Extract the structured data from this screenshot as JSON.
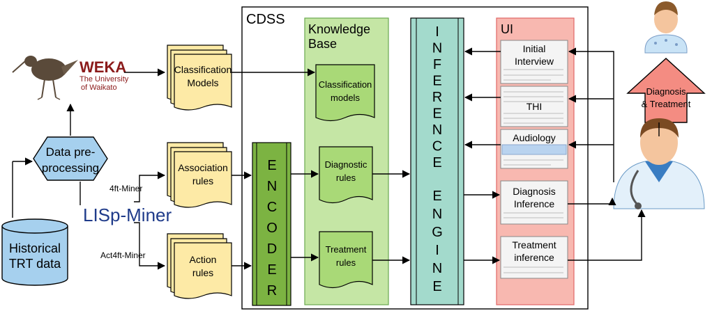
{
  "container": {
    "title": "CDSS"
  },
  "knowledge_base": {
    "title_line1": "Knowledge",
    "title_line2": "Base"
  },
  "ui_panel": {
    "title": "UI"
  },
  "weka": {
    "title": "WEKA",
    "subtitle_line1": "The University",
    "subtitle_line2": "of Waikato",
    "icon": "weka-bird-icon"
  },
  "preprocessing": {
    "line1": "Data pre-",
    "line2": "processing"
  },
  "historical_data": {
    "line1": "Historical",
    "line2": "TRT data"
  },
  "lisp_miner": {
    "label": "LISp-Miner",
    "link_4ft": "4ft-Miner",
    "link_act4ft": "Act4ft-Miner"
  },
  "docs": {
    "classification_models": {
      "line1": "Classification",
      "line2": "Models"
    },
    "association_rules": {
      "line1": "Association",
      "line2": "rules"
    },
    "action_rules": {
      "line1": "Action",
      "line2": "rules"
    }
  },
  "encoder": {
    "letters": [
      "E",
      "N",
      "C",
      "O",
      "D",
      "E",
      "R"
    ]
  },
  "kb_docs": {
    "classification": {
      "line1": "Classification",
      "line2": "models"
    },
    "diagnostic": {
      "line1": "Diagnostic",
      "line2": "rules"
    },
    "treatment": {
      "line1": "Treatment",
      "line2": "rules"
    }
  },
  "inference_engine": {
    "letters_top": [
      "I",
      "N",
      "F",
      "E",
      "R",
      "E",
      "N",
      "C",
      "E"
    ],
    "letters_bottom": [
      "E",
      "N",
      "G",
      "I",
      "N",
      "E"
    ]
  },
  "ui_screens": {
    "initial_interview": {
      "line1": "Initial",
      "line2": "Interview"
    },
    "thi": {
      "line1": "THI"
    },
    "audiology": {
      "line1": "Audiology"
    },
    "diagnosis_inference": {
      "line1": "Diagnosis",
      "line2": "Inference"
    },
    "treatment_inference": {
      "line1": "Treatment",
      "line2": "inference"
    }
  },
  "diagnosis_arrow": {
    "line1": "Diagnosis",
    "line2": "& Treatment"
  },
  "people": {
    "patient_icon": "patient-icon",
    "doctor_icon": "doctor-icon"
  },
  "colors": {
    "doc_fill": "#fdeaa6",
    "kb_fill": "#c5e6a5",
    "kb_doc_fill": "#a9d977",
    "encoder_fill": "#7cb342",
    "engine_fill": "#a3dacc",
    "ui_fill": "#f8b8b0",
    "preproc_fill": "#a6d0ee",
    "arrow_fill": "#f48c82"
  }
}
